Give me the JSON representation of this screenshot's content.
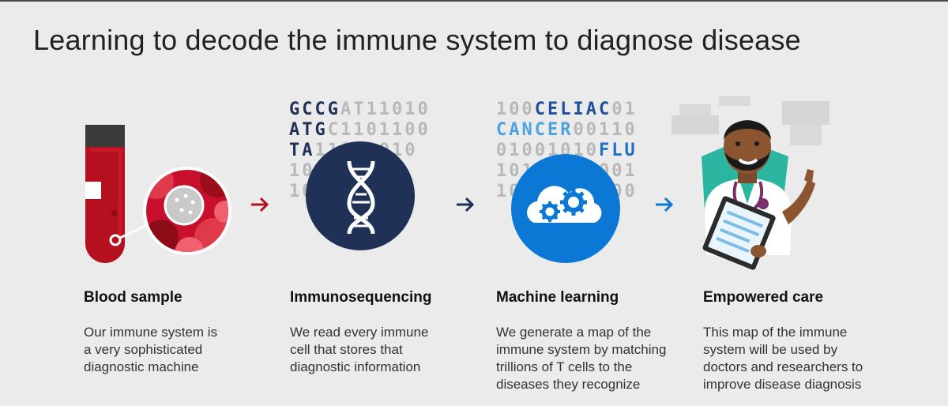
{
  "title": "Learning to decode the immune system to diagnose disease",
  "colors": {
    "background": "#ebebeb",
    "blood_red": "#c8102e",
    "navy": "#1f3157",
    "azure": "#0a78d4",
    "teal": "#2cb5a0"
  },
  "steps": [
    {
      "title": "Blood sample",
      "desc_lines": [
        "Our immune system is",
        "a very sophisticated",
        "diagnostic machine"
      ],
      "icon": "blood-tube-icon"
    },
    {
      "title": "Immunosequencing",
      "desc_lines": [
        "We read every immune",
        "cell that stores that",
        "diagnostic information"
      ],
      "icon": "dna-icon"
    },
    {
      "title": "Machine learning",
      "desc_lines": [
        "We generate a map of the",
        "immune system by matching",
        "trillions of T cells to the",
        "diseases they recognize"
      ],
      "icon": "cloud-gears-icon"
    },
    {
      "title": "Empowered care",
      "desc_lines": [
        "This map of the immune",
        "system will be used by",
        "doctors and researchers to",
        "improve disease diagnosis"
      ],
      "icon": "doctor-icon"
    }
  ],
  "sequence_code": {
    "lines": [
      {
        "highlight": "GCCG",
        "rest": "AT11010"
      },
      {
        "highlight": "ATG",
        "rest": "C1101100"
      },
      {
        "highlight": "TA",
        "rest": "11010010"
      },
      {
        "highlight": "",
        "rest": "10111001"
      },
      {
        "highlight": "",
        "rest": "10110100"
      }
    ]
  },
  "ml_code": {
    "lines": [
      {
        "pre": "100",
        "word": "CELIAC",
        "post": "01"
      },
      {
        "pre": "",
        "word": "CANCER",
        "post": "00110"
      },
      {
        "pre": "01001010",
        "word": "FLU",
        "post": ""
      },
      {
        "pre": "10110011001",
        "word": "",
        "post": ""
      },
      {
        "pre": "10100110100",
        "word": "",
        "post": ""
      }
    ]
  }
}
